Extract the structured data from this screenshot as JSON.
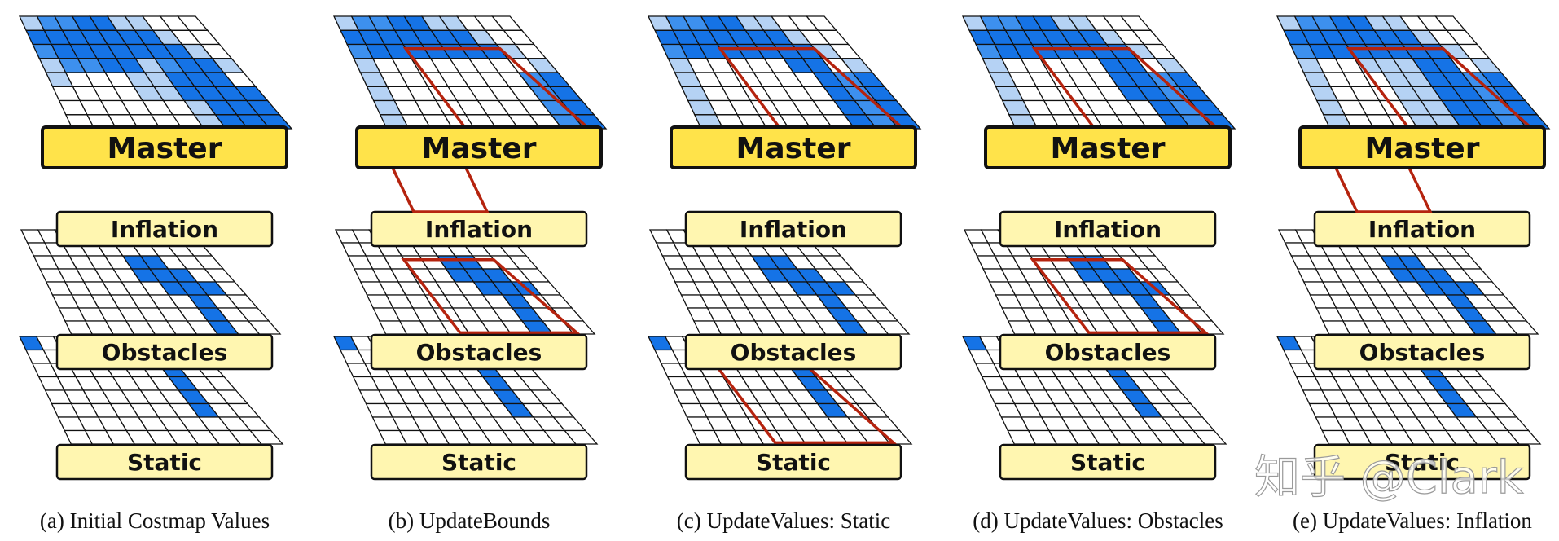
{
  "colors": {
    "dark": "#1573e6",
    "mid": "#3d90ee",
    "light": "#b5d2f4",
    "grid_line": "#111111",
    "bounds": "#b5230e",
    "master_fill": "#ffe34a",
    "layer_fill": "#fff6b0"
  },
  "panels": [
    {
      "key": "a",
      "caption": "(a) Initial Costmap Values",
      "layer_labels": {
        "master": "Master",
        "inflation": "Inflation",
        "obstacles": "Obstacles",
        "static": "Static"
      },
      "master_style": "initial",
      "bounds": [],
      "connector": false
    },
    {
      "key": "b",
      "caption": "(b) UpdateBounds",
      "layer_labels": {
        "master": "Master",
        "inflation": "Inflation",
        "obstacles": "Obstacles",
        "static": "Static"
      },
      "master_style": "cleared",
      "bounds": [
        "master",
        "obstacles"
      ],
      "connector": true
    },
    {
      "key": "c",
      "caption": "(c) UpdateValues: Static",
      "layer_labels": {
        "master": "Master",
        "inflation": "Inflation",
        "obstacles": "Obstacles",
        "static": "Static"
      },
      "master_style": "static",
      "bounds": [
        "master",
        "static"
      ],
      "connector": false
    },
    {
      "key": "d",
      "caption": "(d) UpdateValues: Obstacles",
      "layer_labels": {
        "master": "Master",
        "inflation": "Inflation",
        "obstacles": "Obstacles",
        "static": "Static"
      },
      "master_style": "obstacles",
      "bounds": [
        "master",
        "obstacles"
      ],
      "connector": false
    },
    {
      "key": "e",
      "caption": "(e) UpdateValues: Inflation",
      "layer_labels": {
        "master": "Master",
        "inflation": "Inflation",
        "obstacles": "Obstacles",
        "static": "Static"
      },
      "master_style": "inflation",
      "bounds": [
        "master"
      ],
      "connector": true
    }
  ],
  "watermark": "知乎 @Clark"
}
